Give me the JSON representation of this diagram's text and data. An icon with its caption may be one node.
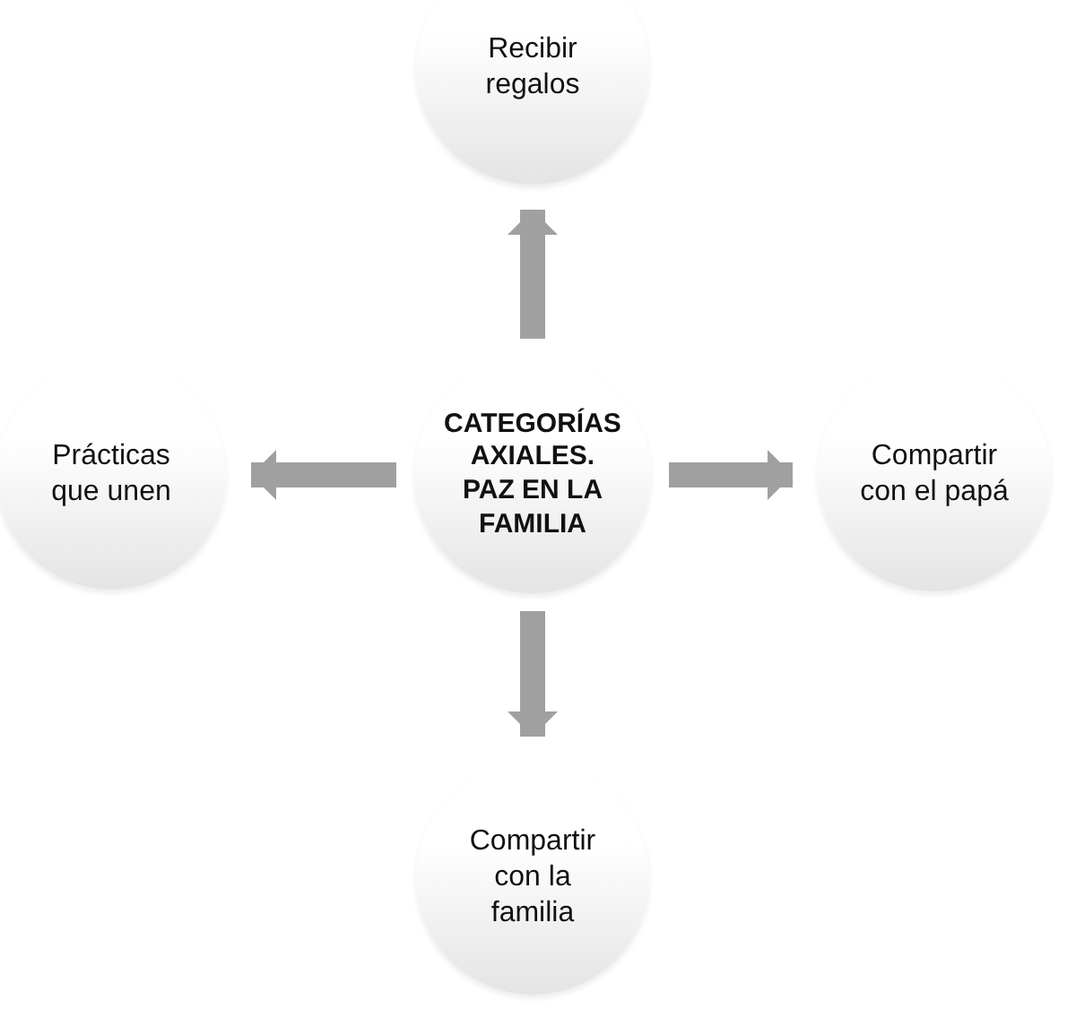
{
  "diagram": {
    "nodes": [
      {
        "text": [
          "Recibir regalos"
        ]
      },
      {
        "text": [
          "Prácticas que unen"
        ]
      },
      {
        "text": [
          "CATEGORÍAS AXIALES. PAZ EN LA FAMILIA"
        ]
      },
      {
        "text": [
          "Compartir con el papá"
        ]
      },
      {
        "text": [
          "Compartir con la familia"
        ]
      }
    ],
    "edges": [
      {
        "from": 2,
        "to": 0,
        "arrow": "to"
      },
      {
        "from": 2,
        "to": 1,
        "arrow": "to"
      },
      {
        "from": 2,
        "to": 3,
        "arrow": "to"
      },
      {
        "from": 2,
        "to": 4,
        "arrow": "to"
      }
    ]
  }
}
